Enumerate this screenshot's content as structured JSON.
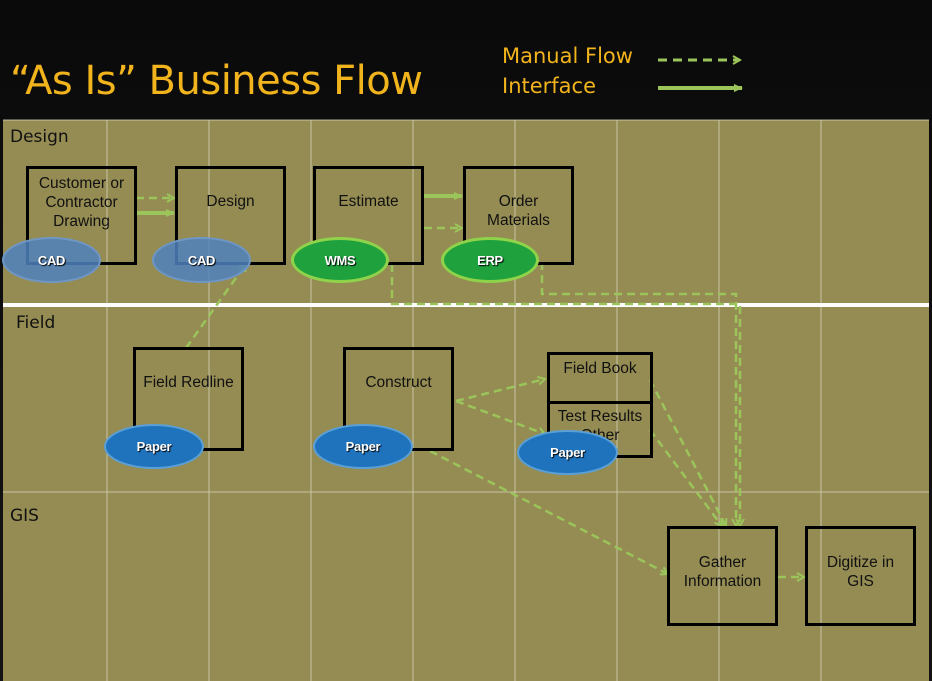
{
  "title": "“As Is” Business Flow",
  "legend": {
    "manual": "Manual Flow",
    "interface": "Interface"
  },
  "lanes": {
    "design": "Design",
    "field": "Field",
    "gis": "GIS"
  },
  "boxes": {
    "customer": "Customer or\nContractor\nDrawing",
    "design": "Design",
    "estimate": "Estimate",
    "order": "Order\nMaterials",
    "redline": "Field Redline",
    "construct": "Construct",
    "fieldbook": "Field Book",
    "testresults": "Test Results\nOther",
    "gather": "Gather\nInformation",
    "digitize": "Digitize in\nGIS"
  },
  "systems": {
    "cad1": "CAD",
    "cad2": "CAD",
    "wms": "WMS",
    "erp": "ERP",
    "paper1": "Paper",
    "paper2": "Paper",
    "paper3": "Paper"
  },
  "colors": {
    "title": "#f2b41c",
    "board": "#958c53",
    "arrow": "#9bc55a",
    "grid": "#d8d4bd",
    "blue": "#1f73bd",
    "green": "#1fa23e"
  }
}
